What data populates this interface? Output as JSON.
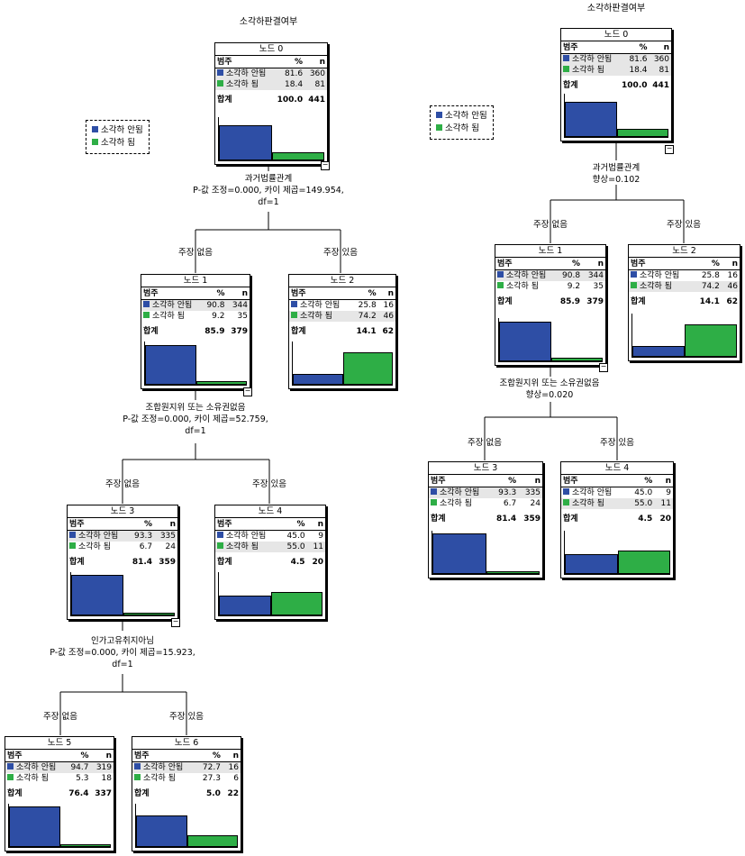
{
  "left": {
    "title": "소각하판결여부",
    "legend": [
      {
        "label": "소각하 안됨",
        "color": "#2e4ea5"
      },
      {
        "label": "소각하 됨",
        "color": "#2eae46"
      }
    ],
    "col_headers": [
      "범주",
      "%",
      "n"
    ],
    "splits": [
      "과거법률관계\nP-값 조정=0.000, 카이 제곱=149.954,\ndf=1",
      "조합원지위 또는 소유권없음\nP-값 조정=0.000, 카이 제곱=52.759,\ndf=1",
      "인가고유취지아님\nP-값 조정=0.000, 카이 제곱=15.923,\ndf=1"
    ],
    "branches": [
      "주장 없음",
      "주장 있음",
      "주장 없음",
      "주장 있음",
      "주장 없음",
      "주장 있음"
    ],
    "nodes": [
      {
        "name": "노드 0",
        "rows": [
          [
            "소각하 안됨",
            "81.6",
            "360"
          ],
          [
            "소각하 됨",
            "18.4",
            "81"
          ]
        ],
        "total": [
          "합계",
          "100.0",
          "441"
        ]
      },
      {
        "name": "노드 1",
        "rows": [
          [
            "소각하 안됨",
            "90.8",
            "344"
          ],
          [
            "소각하 됨",
            "9.2",
            "35"
          ]
        ],
        "total": [
          "합계",
          "85.9",
          "379"
        ]
      },
      {
        "name": "노드 2",
        "rows": [
          [
            "소각하 안됨",
            "25.8",
            "16"
          ],
          [
            "소각하 됨",
            "74.2",
            "46"
          ]
        ],
        "total": [
          "합계",
          "14.1",
          "62"
        ]
      },
      {
        "name": "노드 3",
        "rows": [
          [
            "소각하 안됨",
            "93.3",
            "335"
          ],
          [
            "소각하 됨",
            "6.7",
            "24"
          ]
        ],
        "total": [
          "합계",
          "81.4",
          "359"
        ]
      },
      {
        "name": "노드 4",
        "rows": [
          [
            "소각하 안됨",
            "45.0",
            "9"
          ],
          [
            "소각하 됨",
            "55.0",
            "11"
          ]
        ],
        "total": [
          "합계",
          "4.5",
          "20"
        ]
      },
      {
        "name": "노드 5",
        "rows": [
          [
            "소각하 안됨",
            "94.7",
            "319"
          ],
          [
            "소각하 됨",
            "5.3",
            "18"
          ]
        ],
        "total": [
          "합계",
          "76.4",
          "337"
        ]
      },
      {
        "name": "노드 6",
        "rows": [
          [
            "소각하 안됨",
            "72.7",
            "16"
          ],
          [
            "소각하 됨",
            "27.3",
            "6"
          ]
        ],
        "total": [
          "합계",
          "5.0",
          "22"
        ]
      }
    ]
  },
  "right": {
    "title": "소각하판결여부",
    "legend": [
      {
        "label": "소각하 안됨",
        "color": "#2e4ea5"
      },
      {
        "label": "소각하 됨",
        "color": "#2eae46"
      }
    ],
    "col_headers": [
      "범주",
      "%",
      "n"
    ],
    "splits": [
      "과거법률관계\n향상=0.102",
      "조합원지위 또는 소유권없음\n향상=0.020"
    ],
    "branches": [
      "주장 없음",
      "주장 있음",
      "주장 없음",
      "주장 있음"
    ],
    "nodes": [
      {
        "name": "노드 0",
        "rows": [
          [
            "소각하 안됨",
            "81.6",
            "360"
          ],
          [
            "소각하 됨",
            "18.4",
            "81"
          ]
        ],
        "total": [
          "합계",
          "100.0",
          "441"
        ]
      },
      {
        "name": "노드 1",
        "rows": [
          [
            "소각하 안됨",
            "90.8",
            "344"
          ],
          [
            "소각하 됨",
            "9.2",
            "35"
          ]
        ],
        "total": [
          "합계",
          "85.9",
          "379"
        ]
      },
      {
        "name": "노드 2",
        "rows": [
          [
            "소각하 안됨",
            "25.8",
            "16"
          ],
          [
            "소각하 됨",
            "74.2",
            "46"
          ]
        ],
        "total": [
          "합계",
          "14.1",
          "62"
        ]
      },
      {
        "name": "노드 3",
        "rows": [
          [
            "소각하 안됨",
            "93.3",
            "335"
          ],
          [
            "소각하 됨",
            "6.7",
            "24"
          ]
        ],
        "total": [
          "합계",
          "81.4",
          "359"
        ]
      },
      {
        "name": "노드 4",
        "rows": [
          [
            "소각하 안됨",
            "45.0",
            "9"
          ],
          [
            "소각하 됨",
            "55.0",
            "11"
          ]
        ],
        "total": [
          "합계",
          "4.5",
          "20"
        ]
      }
    ]
  }
}
